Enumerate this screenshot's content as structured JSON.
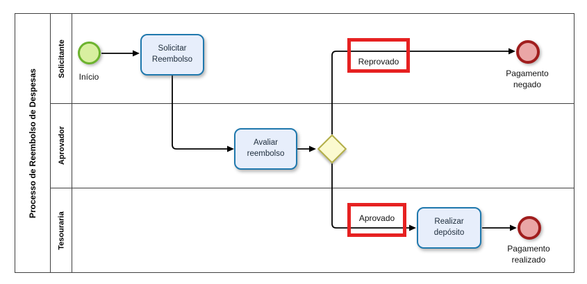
{
  "diagram": {
    "pool_title": "Processo de Reembolso de Despesas",
    "lanes": [
      {
        "label": "Solicitante"
      },
      {
        "label": "Aprovador"
      },
      {
        "label": "Tesouraria"
      }
    ],
    "nodes": {
      "start_event_label": "Início",
      "task_solicitar": "Solicitar\nReembolso",
      "task_avaliar": "Avaliar\nreembolso",
      "task_realizar": "Realizar\ndepósito",
      "end_negado_label": "Pagamento\nnegado",
      "end_realizado_label": "Pagamento\nrealizado"
    },
    "flow_labels": {
      "reprovado": "Reprovado",
      "aprovado": "Aprovado"
    },
    "colors": {
      "task_border": "#1f78ad",
      "task_fill": "#e7eefb",
      "start_border": "#6cb32e",
      "start_fill": "#d8efa0",
      "end_border": "#a01d1d",
      "end_fill": "#eaa6a6",
      "gateway_border": "#b2ae48",
      "gateway_fill": "#fbfad0",
      "highlight_red": "#e62121",
      "flow_line": "#000000",
      "pool_border": "#3f3f3f"
    }
  }
}
